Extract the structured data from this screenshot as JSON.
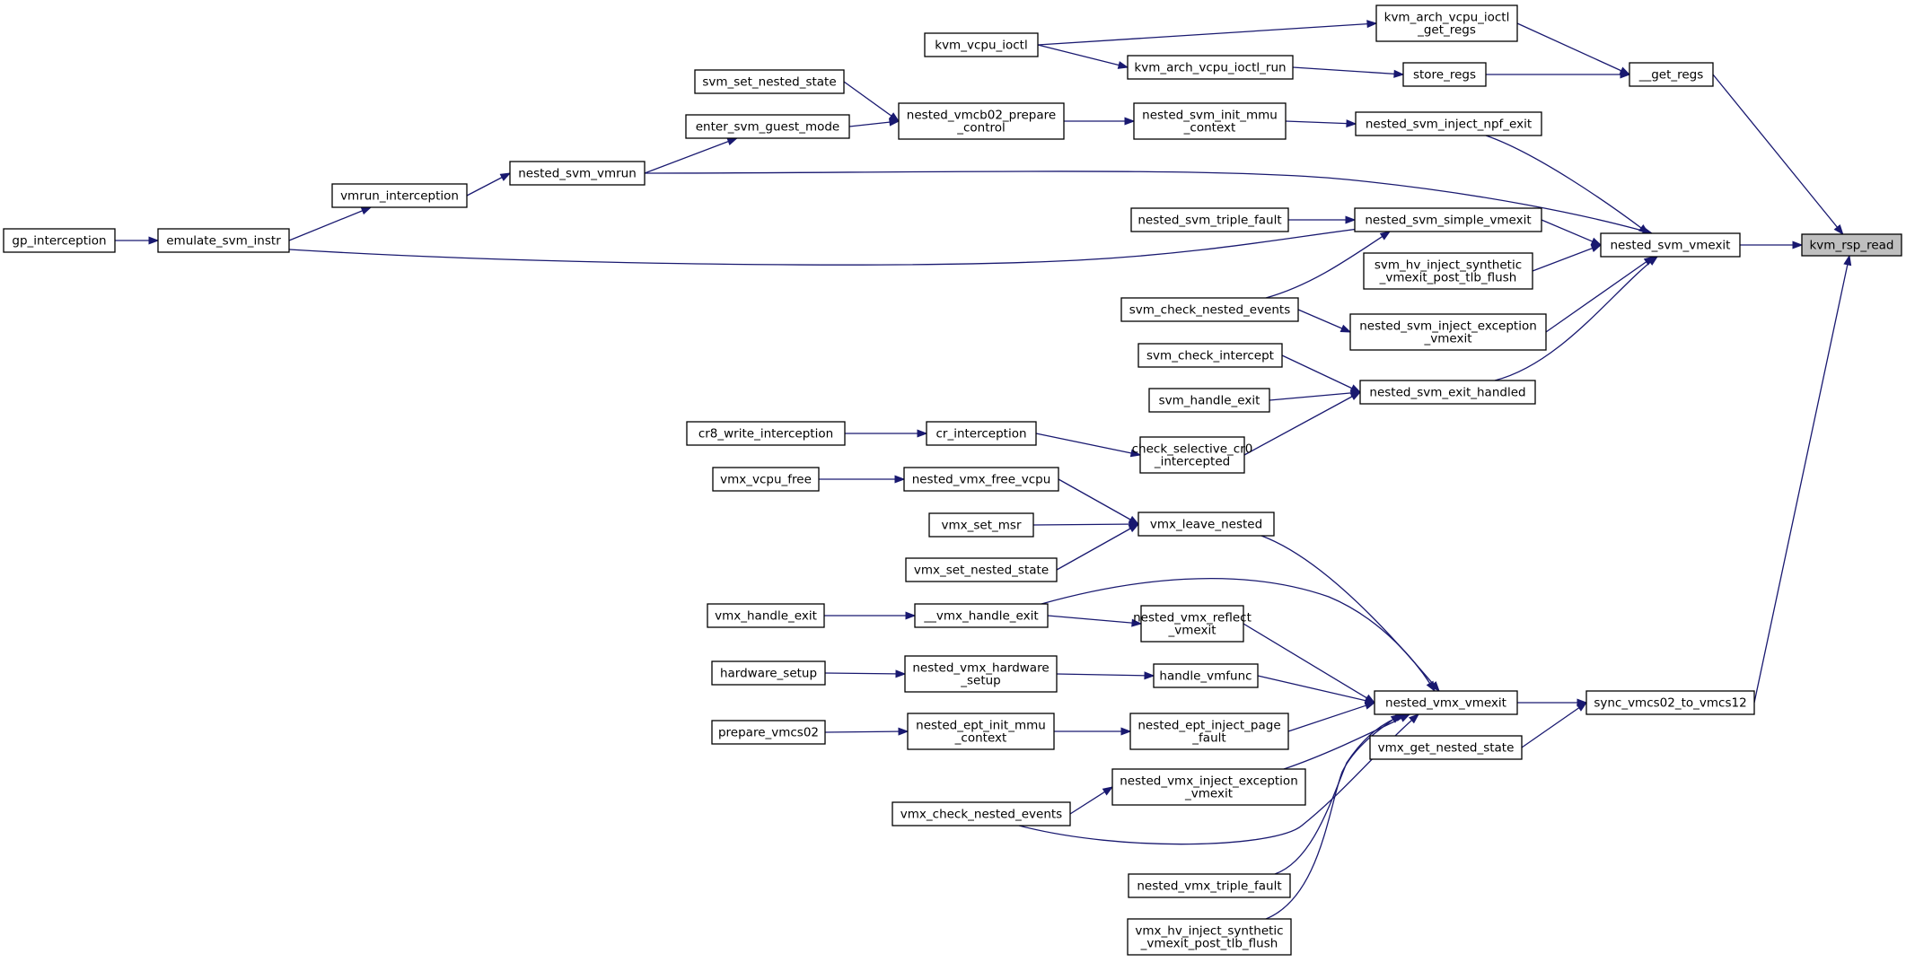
{
  "accent_color": "#191970",
  "nodes": [
    {
      "id": "kvm_rsp_read",
      "lines": [
        "kvm_rsp_read"
      ],
      "root": true
    },
    {
      "id": "get_regs",
      "lines": [
        "__get_regs"
      ]
    },
    {
      "id": "kvm_arch_vcpu_ioctl_get_regs",
      "lines": [
        "kvm_arch_vcpu_ioctl",
        "_get_regs"
      ]
    },
    {
      "id": "kvm_vcpu_ioctl",
      "lines": [
        "kvm_vcpu_ioctl"
      ]
    },
    {
      "id": "kvm_arch_vcpu_ioctl_run",
      "lines": [
        "kvm_arch_vcpu_ioctl_run"
      ]
    },
    {
      "id": "store_regs",
      "lines": [
        "store_regs"
      ]
    },
    {
      "id": "svm_set_nested_state",
      "lines": [
        "svm_set_nested_state"
      ]
    },
    {
      "id": "nested_vmcb02_prepare_control",
      "lines": [
        "nested_vmcb02_prepare",
        "_control"
      ]
    },
    {
      "id": "enter_svm_guest_mode",
      "lines": [
        "enter_svm_guest_mode"
      ]
    },
    {
      "id": "nested_svm_init_mmu_context",
      "lines": [
        "nested_svm_init_mmu",
        "_context"
      ]
    },
    {
      "id": "nested_svm_inject_npf_exit",
      "lines": [
        "nested_svm_inject_npf_exit"
      ]
    },
    {
      "id": "nested_svm_vmrun",
      "lines": [
        "nested_svm_vmrun"
      ]
    },
    {
      "id": "vmrun_interception",
      "lines": [
        "vmrun_interception"
      ]
    },
    {
      "id": "gp_interception",
      "lines": [
        "gp_interception"
      ]
    },
    {
      "id": "emulate_svm_instr",
      "lines": [
        "emulate_svm_instr"
      ]
    },
    {
      "id": "nested_svm_triple_fault",
      "lines": [
        "nested_svm_triple_fault"
      ]
    },
    {
      "id": "nested_svm_simple_vmexit",
      "lines": [
        "nested_svm_simple_vmexit"
      ]
    },
    {
      "id": "nested_svm_vmexit",
      "lines": [
        "nested_svm_vmexit"
      ]
    },
    {
      "id": "svm_hv_inject_synthetic_vmexit_post_tlb_flush",
      "lines": [
        "svm_hv_inject_synthetic",
        "_vmexit_post_tlb_flush"
      ]
    },
    {
      "id": "svm_check_nested_events",
      "lines": [
        "svm_check_nested_events"
      ]
    },
    {
      "id": "nested_svm_inject_exception_vmexit",
      "lines": [
        "nested_svm_inject_exception",
        "_vmexit"
      ]
    },
    {
      "id": "svm_check_intercept",
      "lines": [
        "svm_check_intercept"
      ]
    },
    {
      "id": "svm_handle_exit",
      "lines": [
        "svm_handle_exit"
      ]
    },
    {
      "id": "nested_svm_exit_handled",
      "lines": [
        "nested_svm_exit_handled"
      ]
    },
    {
      "id": "cr8_write_interception",
      "lines": [
        "cr8_write_interception"
      ]
    },
    {
      "id": "cr_interception",
      "lines": [
        "cr_interception"
      ]
    },
    {
      "id": "check_selective_cr0_intercepted",
      "lines": [
        "check_selective_cr0",
        "_intercepted"
      ]
    },
    {
      "id": "vmx_vcpu_free",
      "lines": [
        "vmx_vcpu_free"
      ]
    },
    {
      "id": "nested_vmx_free_vcpu",
      "lines": [
        "nested_vmx_free_vcpu"
      ]
    },
    {
      "id": "vmx_set_msr",
      "lines": [
        "vmx_set_msr"
      ]
    },
    {
      "id": "vmx_leave_nested",
      "lines": [
        "vmx_leave_nested"
      ]
    },
    {
      "id": "vmx_set_nested_state",
      "lines": [
        "vmx_set_nested_state"
      ]
    },
    {
      "id": "vmx_handle_exit",
      "lines": [
        "vmx_handle_exit"
      ]
    },
    {
      "id": "__vmx_handle_exit",
      "lines": [
        "__vmx_handle_exit"
      ]
    },
    {
      "id": "nested_vmx_reflect_vmexit",
      "lines": [
        "nested_vmx_reflect",
        "_vmexit"
      ]
    },
    {
      "id": "hardware_setup",
      "lines": [
        "hardware_setup"
      ]
    },
    {
      "id": "nested_vmx_hardware_setup",
      "lines": [
        "nested_vmx_hardware",
        "_setup"
      ]
    },
    {
      "id": "handle_vmfunc",
      "lines": [
        "handle_vmfunc"
      ]
    },
    {
      "id": "nested_vmx_vmexit",
      "lines": [
        "nested_vmx_vmexit"
      ]
    },
    {
      "id": "sync_vmcs02_to_vmcs12",
      "lines": [
        "sync_vmcs02_to_vmcs12"
      ]
    },
    {
      "id": "vmx_get_nested_state",
      "lines": [
        "vmx_get_nested_state"
      ]
    },
    {
      "id": "prepare_vmcs02",
      "lines": [
        "prepare_vmcs02"
      ]
    },
    {
      "id": "nested_ept_init_mmu_context",
      "lines": [
        "nested_ept_init_mmu",
        "_context"
      ]
    },
    {
      "id": "nested_ept_inject_page_fault",
      "lines": [
        "nested_ept_inject_page",
        "_fault"
      ]
    },
    {
      "id": "nested_vmx_inject_exception_vmexit",
      "lines": [
        "nested_vmx_inject_exception",
        "_vmexit"
      ]
    },
    {
      "id": "vmx_check_nested_events",
      "lines": [
        "vmx_check_nested_events"
      ]
    },
    {
      "id": "nested_vmx_triple_fault",
      "lines": [
        "nested_vmx_triple_fault"
      ]
    },
    {
      "id": "vmx_hv_inject_synthetic_vmexit_post_tlb_flush",
      "lines": [
        "vmx_hv_inject_synthetic",
        "_vmexit_post_tlb_flush"
      ]
    }
  ],
  "edges": [
    {
      "from": "get_regs",
      "to": "kvm_rsp_read"
    },
    {
      "from": "nested_svm_vmexit",
      "to": "kvm_rsp_read"
    },
    {
      "from": "sync_vmcs02_to_vmcs12",
      "to": "kvm_rsp_read"
    },
    {
      "from": "kvm_arch_vcpu_ioctl_get_regs",
      "to": "get_regs"
    },
    {
      "from": "store_regs",
      "to": "get_regs"
    },
    {
      "from": "kvm_vcpu_ioctl",
      "to": "kvm_arch_vcpu_ioctl_get_regs"
    },
    {
      "from": "kvm_vcpu_ioctl",
      "to": "kvm_arch_vcpu_ioctl_run"
    },
    {
      "from": "kvm_arch_vcpu_ioctl_run",
      "to": "store_regs"
    },
    {
      "from": "nested_svm_inject_npf_exit",
      "to": "nested_svm_vmexit"
    },
    {
      "from": "nested_svm_init_mmu_context",
      "to": "nested_svm_inject_npf_exit"
    },
    {
      "from": "nested_vmcb02_prepare_control",
      "to": "nested_svm_init_mmu_context"
    },
    {
      "from": "svm_set_nested_state",
      "to": "nested_vmcb02_prepare_control"
    },
    {
      "from": "enter_svm_guest_mode",
      "to": "nested_vmcb02_prepare_control"
    },
    {
      "from": "nested_svm_vmrun",
      "to": "enter_svm_guest_mode"
    },
    {
      "from": "vmrun_interception",
      "to": "nested_svm_vmrun"
    },
    {
      "from": "emulate_svm_instr",
      "to": "vmrun_interception"
    },
    {
      "from": "gp_interception",
      "to": "emulate_svm_instr"
    },
    {
      "from": "nested_svm_vmrun",
      "to": "nested_svm_vmexit"
    },
    {
      "from": "nested_svm_simple_vmexit",
      "to": "nested_svm_vmexit"
    },
    {
      "from": "emulate_svm_instr",
      "to": "nested_svm_simple_vmexit"
    },
    {
      "from": "nested_svm_triple_fault",
      "to": "nested_svm_simple_vmexit"
    },
    {
      "from": "svm_check_nested_events",
      "to": "nested_svm_simple_vmexit"
    },
    {
      "from": "svm_hv_inject_synthetic_vmexit_post_tlb_flush",
      "to": "nested_svm_vmexit"
    },
    {
      "from": "nested_svm_inject_exception_vmexit",
      "to": "nested_svm_vmexit"
    },
    {
      "from": "svm_check_nested_events",
      "to": "nested_svm_inject_exception_vmexit"
    },
    {
      "from": "nested_svm_exit_handled",
      "to": "nested_svm_vmexit"
    },
    {
      "from": "svm_check_intercept",
      "to": "nested_svm_exit_handled"
    },
    {
      "from": "svm_handle_exit",
      "to": "nested_svm_exit_handled"
    },
    {
      "from": "check_selective_cr0_intercepted",
      "to": "nested_svm_exit_handled"
    },
    {
      "from": "cr_interception",
      "to": "check_selective_cr0_intercepted"
    },
    {
      "from": "cr8_write_interception",
      "to": "cr_interception"
    },
    {
      "from": "vmx_vcpu_free",
      "to": "nested_vmx_free_vcpu"
    },
    {
      "from": "nested_vmx_free_vcpu",
      "to": "vmx_leave_nested"
    },
    {
      "from": "vmx_set_msr",
      "to": "vmx_leave_nested"
    },
    {
      "from": "vmx_set_nested_state",
      "to": "vmx_leave_nested"
    },
    {
      "from": "vmx_leave_nested",
      "to": "nested_vmx_vmexit"
    },
    {
      "from": "vmx_handle_exit",
      "to": "__vmx_handle_exit"
    },
    {
      "from": "__vmx_handle_exit",
      "to": "nested_vmx_vmexit"
    },
    {
      "from": "__vmx_handle_exit",
      "to": "nested_vmx_reflect_vmexit"
    },
    {
      "from": "nested_vmx_reflect_vmexit",
      "to": "nested_vmx_vmexit"
    },
    {
      "from": "hardware_setup",
      "to": "nested_vmx_hardware_setup"
    },
    {
      "from": "nested_vmx_hardware_setup",
      "to": "handle_vmfunc"
    },
    {
      "from": "handle_vmfunc",
      "to": "nested_vmx_vmexit"
    },
    {
      "from": "nested_vmx_vmexit",
      "to": "sync_vmcs02_to_vmcs12"
    },
    {
      "from": "vmx_get_nested_state",
      "to": "sync_vmcs02_to_vmcs12"
    },
    {
      "from": "prepare_vmcs02",
      "to": "nested_ept_init_mmu_context"
    },
    {
      "from": "nested_ept_init_mmu_context",
      "to": "nested_ept_inject_page_fault"
    },
    {
      "from": "nested_ept_inject_page_fault",
      "to": "nested_vmx_vmexit"
    },
    {
      "from": "nested_vmx_inject_exception_vmexit",
      "to": "nested_vmx_vmexit"
    },
    {
      "from": "vmx_check_nested_events",
      "to": "nested_vmx_inject_exception_vmexit"
    },
    {
      "from": "vmx_check_nested_events",
      "to": "nested_vmx_vmexit"
    },
    {
      "from": "nested_vmx_triple_fault",
      "to": "nested_vmx_vmexit"
    },
    {
      "from": "vmx_hv_inject_synthetic_vmexit_post_tlb_flush",
      "to": "nested_vmx_vmexit"
    }
  ]
}
